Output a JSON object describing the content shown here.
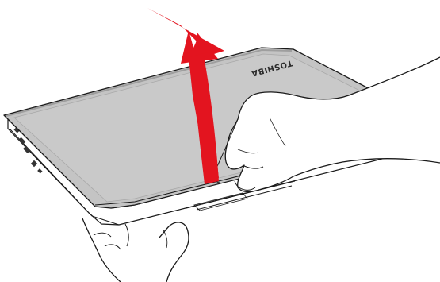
{
  "illustration": {
    "brand_logo": "TOSHIBA",
    "action": "open-display-lid",
    "arrow_direction": "up",
    "colors": {
      "lid": "#c4c4c4",
      "lid_edge": "#9e9e9e",
      "arrow": "#e3141f",
      "outline": "#1a1a1a",
      "skin": "#ffffff"
    }
  }
}
